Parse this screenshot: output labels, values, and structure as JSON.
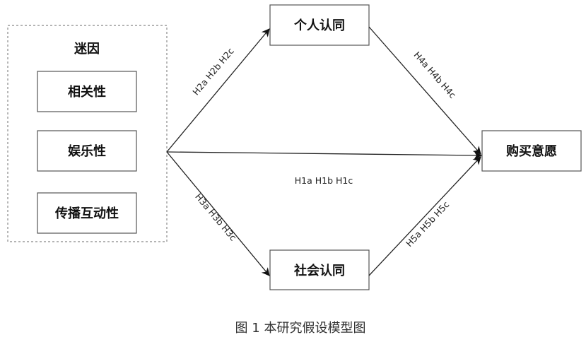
{
  "group": {
    "title": "迷因",
    "items": [
      "相关性",
      "娱乐性",
      "传播互动性"
    ]
  },
  "nodes": {
    "personal": "个人认同",
    "social": "社会认同",
    "purchase": "购买意愿"
  },
  "edges": {
    "h1": "H1a H1b H1c",
    "h2": "H2a H2b H2c",
    "h3": "H3a H3b H3c",
    "h4": "H4a H4b H4c",
    "h5": "H5a H5b H5c"
  },
  "caption": "图 1 本研究假设模型图"
}
